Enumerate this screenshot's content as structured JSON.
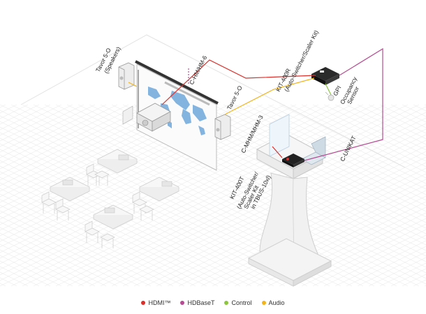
{
  "labels": {
    "speaker_left": [
      "Tavor 5-O",
      "(Speakers)"
    ],
    "speaker_right": "Tavor 5-O",
    "cable_hdmi": "C-HM/HM-6",
    "cable_hdmi2": "C-MHM/MHM-3",
    "kit400r": [
      "KIT-400R",
      "(Auto-Switcher/Scaler Kit)"
    ],
    "sensor": [
      "GPI",
      "Occupancy",
      "Sensor"
    ],
    "cable_cat": "C-UNIKAT",
    "kit400t": [
      "KIT-400T",
      "(Auto-Switcher/",
      "Scaler Kit",
      "in TBUS-10xl)"
    ]
  },
  "legend": [
    {
      "label": "HDMI™",
      "color": "#d9302b"
    },
    {
      "label": "HDBaseT",
      "color": "#b64c93"
    },
    {
      "label": "Control",
      "color": "#8cc63f"
    },
    {
      "label": "Audio",
      "color": "#f2b31b"
    }
  ],
  "colors": {
    "hdmi": "#d9302b",
    "hdbaset": "#b64c93",
    "control": "#8cc63f",
    "audio": "#f2b31b"
  }
}
